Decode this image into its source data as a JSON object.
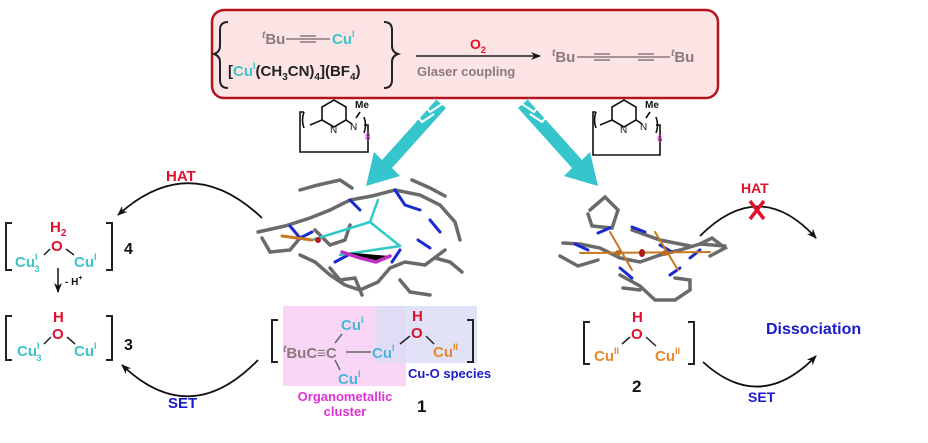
{
  "colors": {
    "box_fill": "#fde4e4",
    "box_stroke": "#b3141e",
    "cu_one": "#3cc3c8",
    "cu_two": "#e8872a",
    "red": "#e0102a",
    "blue": "#1a1ac8",
    "magenta": "#e030d8",
    "gray": "#8a7a80",
    "teal_arrow": "#34c6cc",
    "pink_region": "#fad6f6",
    "blue_region": "#dcdcf6"
  },
  "top": {
    "reactant1": {
      "sup": "t",
      "bu": "Bu",
      "cu": "Cu",
      "cu_ox": "I"
    },
    "reactant2": {
      "open": "[",
      "cu": "Cu",
      "cu_ox": "I",
      "a": "(CH",
      "s3": "3",
      "b": "CN)",
      "s4": "4",
      "c": "](BF",
      "s4b": "4",
      "d": ")"
    },
    "reagent": {
      "o": "O",
      "sub": "2"
    },
    "condition": "Glaser coupling",
    "product": {
      "sup1": "t",
      "bu1": "Bu",
      "sup2": "t",
      "bu2": "Bu"
    }
  },
  "ligand_left": {
    "me": "Me",
    "n1": "N",
    "n2": "N",
    "repeat": "8"
  },
  "ligand_right": {
    "me": "Me",
    "n1": "N",
    "n2": "N",
    "repeat": "6"
  },
  "left_cycle": {
    "hat": "HAT",
    "set": "SET",
    "compound4": {
      "h": "H",
      "h_sub": "2",
      "o": "O",
      "cu": "Cu",
      "cu_ox": "I",
      "cu_sub": "3",
      "cu2": "Cu",
      "cu2_ox": "I",
      "label": "4"
    },
    "deprotonation": {
      "text": "- H",
      "sup": "+"
    },
    "compound3": {
      "h": "H",
      "o": "O",
      "cu": "Cu",
      "cu_ox": "I",
      "cu_sub": "3",
      "cu2": "Cu",
      "cu2_ox": "I",
      "label": "3"
    }
  },
  "compound1": {
    "cu_top": {
      "cu": "Cu",
      "ox": "I"
    },
    "cu_bottom": {
      "cu": "Cu",
      "ox": "I"
    },
    "alkyne": {
      "sup": "t",
      "text": "BuC≡C"
    },
    "cu_center": {
      "cu": "Cu",
      "ox": "I"
    },
    "h": "H",
    "o": "O",
    "cu_right": {
      "cu": "Cu",
      "ox": "II"
    },
    "cluster_label_1": "Organometallic",
    "cluster_label_2": "cluster",
    "cuo_label": "Cu-O species",
    "label": "1"
  },
  "right_path": {
    "hat": "HAT",
    "blocked_icon": "x-mark",
    "dissociation": "Dissociation",
    "set": "SET",
    "compound2": {
      "h": "H",
      "o": "O",
      "cu1": "Cu",
      "ox1": "II",
      "cu2": "Cu",
      "ox2": "II",
      "label": "2"
    }
  }
}
